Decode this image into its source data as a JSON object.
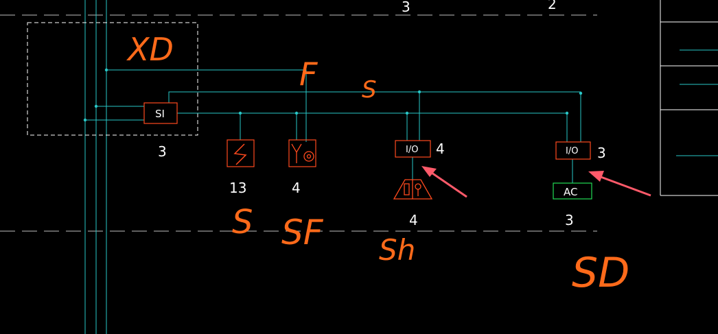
{
  "colors": {
    "background": "#000000",
    "wire": "#29c7c7",
    "device": "#ff4a1e",
    "text": "#ffffff",
    "ac_box": "#22dd55",
    "dashed": "#bfbfbf",
    "arrow": "#ff5a6a",
    "annotation": "#ff6a1a"
  },
  "top_labels": {
    "left": "3",
    "right": "2"
  },
  "devices": {
    "si_label": "SI",
    "si_count": "3",
    "smoke_detector_count": "13",
    "heat_detector_count": "4",
    "io_module_1_label": "I/O",
    "io_module_1_count": "4",
    "io_module_2_label": "I/O",
    "io_module_2_count": "3",
    "siren_count": "4",
    "ac_label": "AC",
    "ac_count": "3"
  },
  "handwritten": {
    "xd": "XD",
    "f": "F",
    "s_top": "S",
    "s_bottom": "S",
    "sf": "SF",
    "sh": "Sh",
    "sd": "SD"
  }
}
